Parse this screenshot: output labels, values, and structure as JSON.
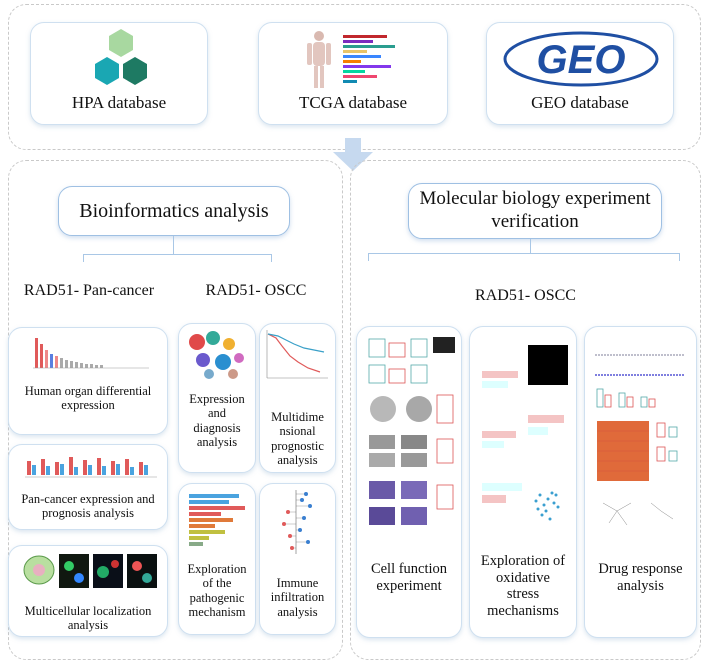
{
  "databases": {
    "hpa": "HPA database",
    "tcga": "TCGA database",
    "geo": "GEO database",
    "geo_logo": "GEO"
  },
  "left": {
    "header": "Bioinformatics analysis",
    "pan_title": "RAD51- Pan-cancer",
    "oscc_title": "RAD51- OSCC",
    "pan_cards": [
      "Human organ differential expression",
      "Pan-cancer expression and prognosis analysis",
      "Multicellular localization analysis"
    ],
    "oscc_cards": [
      "Expression and diagnosis analysis",
      "Multidime nsional prognostic analysis",
      "Exploration of the pathogenic mechanism",
      "Immune infiltration analysis"
    ]
  },
  "right": {
    "header": "Molecular biology experiment verification",
    "oscc_title": "RAD51- OSCC",
    "cards": [
      "Cell function experiment",
      "Exploration of oxidative stress mechanisms",
      "Drug response analysis"
    ]
  },
  "colors": {
    "hex_green_light": "#a8d8a0",
    "hex_teal": "#1aa7b3",
    "hex_green_dark": "#1e7a63",
    "geo_blue": "#1f4fa3",
    "line_blue": "#a9c7e6"
  },
  "icons": [
    "hexagon-cluster-icon",
    "human-body-icon",
    "geo-logo-icon",
    "down-arrow-icon"
  ]
}
